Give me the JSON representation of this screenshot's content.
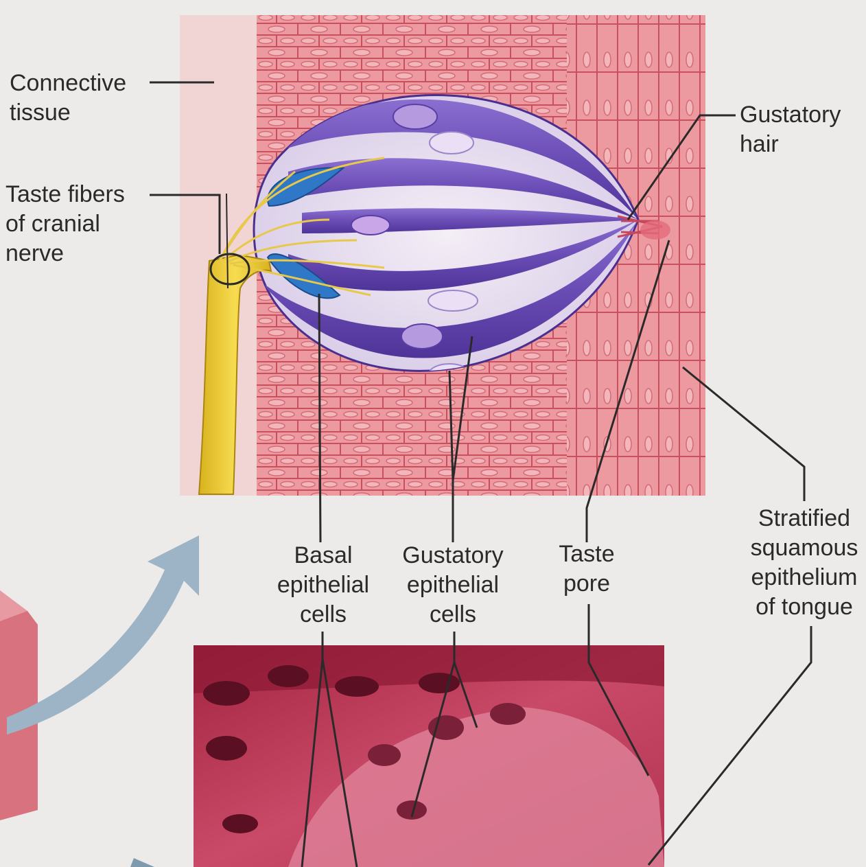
{
  "labels": {
    "connective_tissue": "Connective\ntissue",
    "taste_fibers": "Taste fibers\nof cranial\nnerve",
    "gustatory_hair": "Gustatory\nhair",
    "basal_cells": "Basal\nepithelial\ncells",
    "gustatory_cells": "Gustatory\nepithelial\ncells",
    "taste_pore": "Taste\npore",
    "stratified_epithelium": "Stratified\nsquamous\nepithelium\nof tongue"
  },
  "colors": {
    "background": "#ecebe9",
    "tissue_pink": "#e8868e",
    "cell_purple": "#6a4fb0",
    "nerve_yellow": "#f0cf3a",
    "basal_blue": "#2f78c8",
    "micrograph_red": "#b8324e",
    "arrow_blue": "#9cb4c6"
  }
}
